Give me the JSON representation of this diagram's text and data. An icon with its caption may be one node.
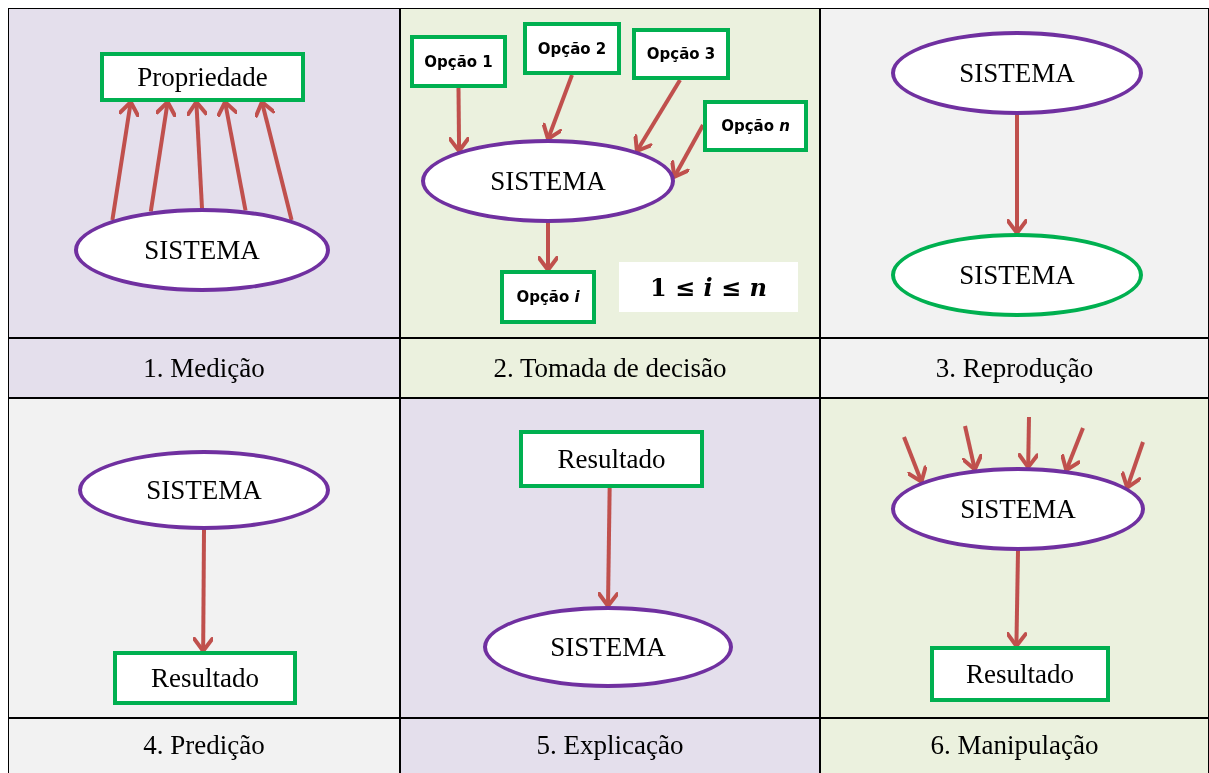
{
  "diagram": {
    "nodes": [
      {
        "text": [
          "Propriedade"
        ]
      },
      {
        "text": [
          "SISTEMA"
        ]
      },
      {
        "text": [
          "Opção 1"
        ]
      },
      {
        "text": [
          "Opção 2"
        ]
      },
      {
        "text": [
          "Opção 3"
        ]
      },
      {
        "text": [
          "Opção *n*"
        ]
      },
      {
        "text": [
          "SISTEMA"
        ]
      },
      {
        "text": [
          "Opção *i*"
        ]
      },
      {
        "text": [
          "1 ≤ *i* ≤ *n*"
        ]
      },
      {
        "text": [
          "SISTEMA"
        ]
      },
      {
        "text": [
          "SISTEMA"
        ]
      },
      {
        "text": [
          "SISTEMA"
        ]
      },
      {
        "text": [
          "Resultado"
        ]
      },
      {
        "text": [
          "Resultado"
        ]
      },
      {
        "text": [
          "SISTEMA"
        ]
      },
      {
        "text": [
          "SISTEMA"
        ]
      },
      {
        "text": [
          "Resultado"
        ]
      }
    ],
    "edges": [
      {
        "from": 1,
        "to": 0,
        "arrow": "to"
      },
      {
        "from": 1,
        "to": 0,
        "arrow": "to"
      },
      {
        "from": 1,
        "to": 0,
        "arrow": "to"
      },
      {
        "from": 1,
        "to": 0,
        "arrow": "to"
      },
      {
        "from": 1,
        "to": 0,
        "arrow": "to"
      },
      {
        "from": 2,
        "to": 6,
        "arrow": "to"
      },
      {
        "from": 3,
        "to": 6,
        "arrow": "to"
      },
      {
        "from": 4,
        "to": 6,
        "arrow": "to"
      },
      {
        "from": 5,
        "to": 6,
        "arrow": "to"
      },
      {
        "from": 6,
        "to": 7,
        "arrow": "to"
      },
      {
        "from": 9,
        "to": 10,
        "arrow": "to"
      },
      {
        "from": 11,
        "to": 12,
        "arrow": "to"
      },
      {
        "from": 13,
        "to": 14,
        "arrow": "to"
      },
      {
        "from": null,
        "to": 15,
        "arrow": "to"
      },
      {
        "from": null,
        "to": 15,
        "arrow": "to"
      },
      {
        "from": null,
        "to": 15,
        "arrow": "to"
      },
      {
        "from": null,
        "to": 15,
        "arrow": "to"
      },
      {
        "from": null,
        "to": 15,
        "arrow": "to"
      },
      {
        "from": 15,
        "to": 16,
        "arrow": "to"
      }
    ],
    "labels": [
      "1. Medição",
      "2. Tomada de decisão",
      "3. Reprodução",
      "4. Predição",
      "5. Explicação",
      "6. Manipulação"
    ]
  }
}
